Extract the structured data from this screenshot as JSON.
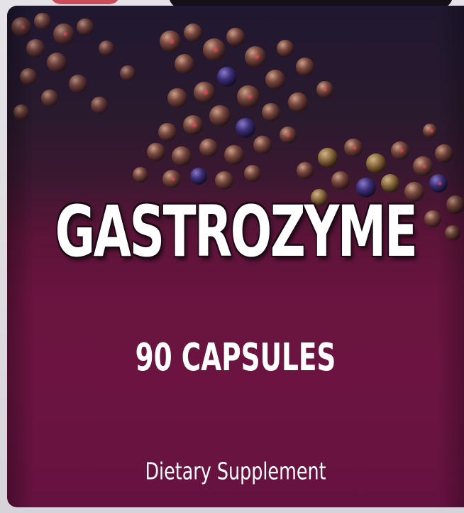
{
  "product": {
    "name": "GASTROZYME",
    "count": "90 CAPSULES",
    "type": "Dietary Supplement"
  },
  "colors": {
    "label_top": "#201830",
    "label_main": "#6b1441",
    "text": "#ffffff"
  }
}
